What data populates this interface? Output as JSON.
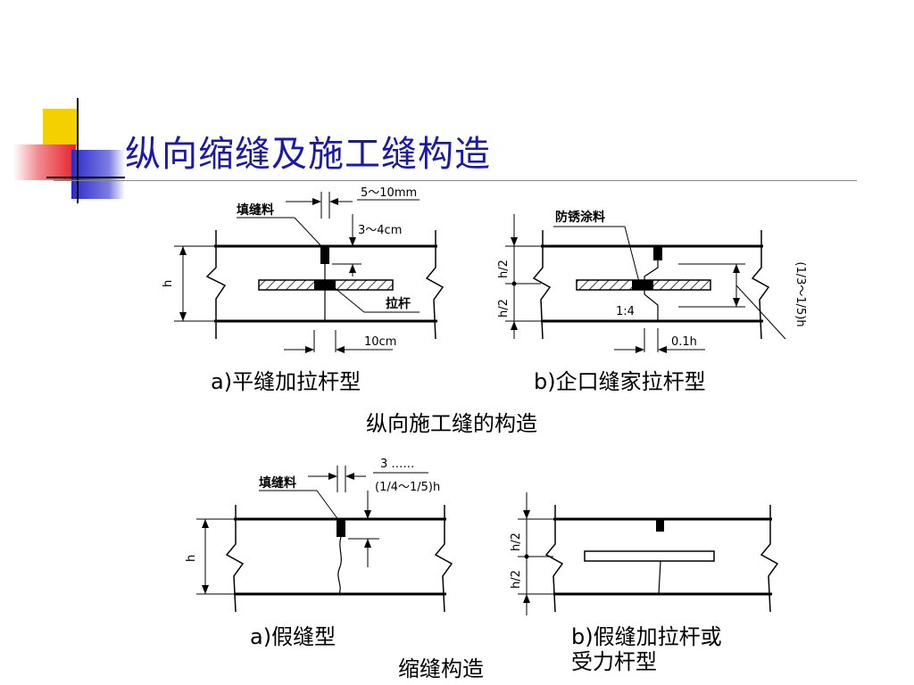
{
  "slide": {
    "title": "纵向缩缝及施工缝构造"
  },
  "top_section": {
    "title": "纵向施工缝的构造",
    "left": {
      "caption": "a)平缝加拉杆型",
      "label_filler": "填缝料",
      "label_rod": "拉杆",
      "dim_gap": "5～10mm",
      "dim_depth": "3～4cm",
      "dim_h": "h",
      "dim_bottom": "10cm"
    },
    "right": {
      "caption": "b)企口缝家拉杆型",
      "label_coating": "防锈涂料",
      "dim_top_half": "h/2",
      "dim_bottom_half": "h/2",
      "dim_slope": "1:4",
      "dim_bottom": "0.1h",
      "dim_side": "(1/3～1/5)h"
    }
  },
  "bottom_section": {
    "title": "缩缝构造",
    "left": {
      "caption": "a)假缝型",
      "label_filler": "填缝料",
      "dim_gap": "3 ……",
      "dim_depth": "(1/4～1/5)h",
      "dim_h": "h"
    },
    "right": {
      "caption_line1": "b)假缝加拉杆或",
      "caption_line2": "受力杆型",
      "dim_top_half": "h/2",
      "dim_bottom_half": "h/2"
    }
  },
  "colors": {
    "title": "#1a1aa6",
    "logo_yellow": "#f5d000",
    "logo_red": "#e8202a",
    "logo_blue": "#2a2acc"
  }
}
